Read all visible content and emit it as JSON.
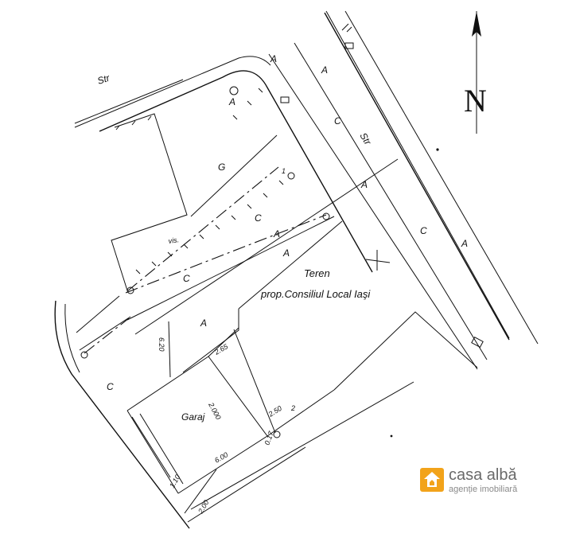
{
  "plan": {
    "street_top_left": "Str",
    "street_right": "Str",
    "north_letter": "N",
    "land_label_1": "Teren",
    "land_label_2": "prop.Consiliul Local Iaşi",
    "garage_label": "Garaj",
    "vis_label": "vis.",
    "letter_a": "A",
    "letter_c": "C",
    "letter_g": "G",
    "dims": {
      "d620": "6.20",
      "d265": "2.65",
      "d2000": "2.000",
      "d250": "2.50",
      "d600": "6.00",
      "d017": "0.17",
      "d110": "1.10",
      "d200": "2.00"
    },
    "marker_1": "1",
    "marker_2": "2"
  },
  "logo": {
    "brand": "casa albă",
    "tagline": "agenție imobiliară",
    "color": "#f2a31a"
  }
}
